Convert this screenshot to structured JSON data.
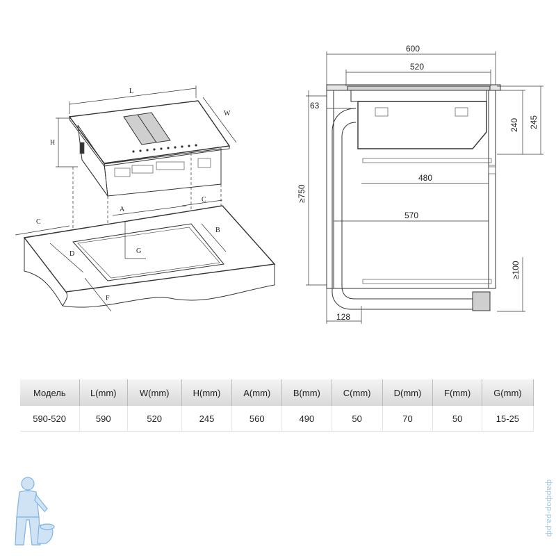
{
  "iso_labels": {
    "L": "L",
    "W": "W",
    "H": "H",
    "A": "A",
    "B": "B",
    "C_left": "C",
    "C_right": "C",
    "D": "D",
    "F": "F",
    "G": "G"
  },
  "side_dims": {
    "d600": "600",
    "d520": "520",
    "d63": "63",
    "d240": "240",
    "d245": "245",
    "d480": "480",
    "d570": "570",
    "d750": "≥750",
    "d100": "≥100",
    "d128": "128"
  },
  "table": {
    "headers": [
      "Модель",
      "L(mm)",
      "W(mm)",
      "H(mm)",
      "A(mm)",
      "B(mm)",
      "C(mm)",
      "D(mm)",
      "F(mm)",
      "G(mm)"
    ],
    "rows": [
      [
        "590-520",
        "590",
        "520",
        "245",
        "560",
        "490",
        "50",
        "70",
        "50",
        "15-25"
      ]
    ]
  },
  "watermark": "фарфор-ра.рф",
  "colors": {
    "line": "#333333",
    "header_bg": "#d9d9d9",
    "mascot": "#7fb4e0"
  }
}
